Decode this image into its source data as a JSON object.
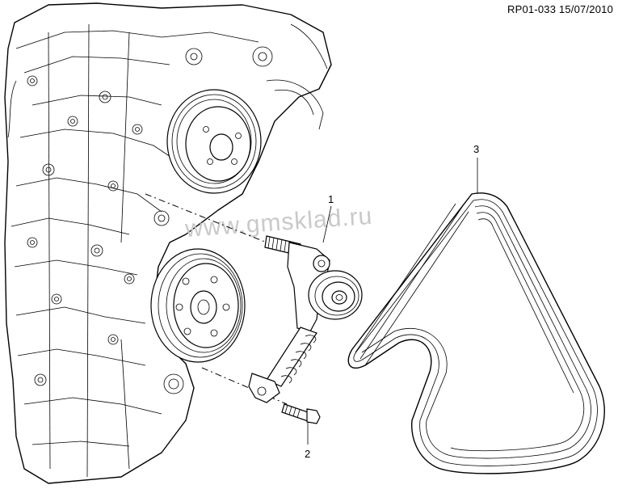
{
  "header": {
    "reference_code": "RP01-033 15/07/2010"
  },
  "watermark": {
    "text": "www.gmsklad.ru"
  },
  "callouts": [
    {
      "number": "1",
      "part": "belt-tensioner"
    },
    {
      "number": "2",
      "part": "tensioner-bolt"
    },
    {
      "number": "3",
      "part": "drive-belt"
    }
  ]
}
